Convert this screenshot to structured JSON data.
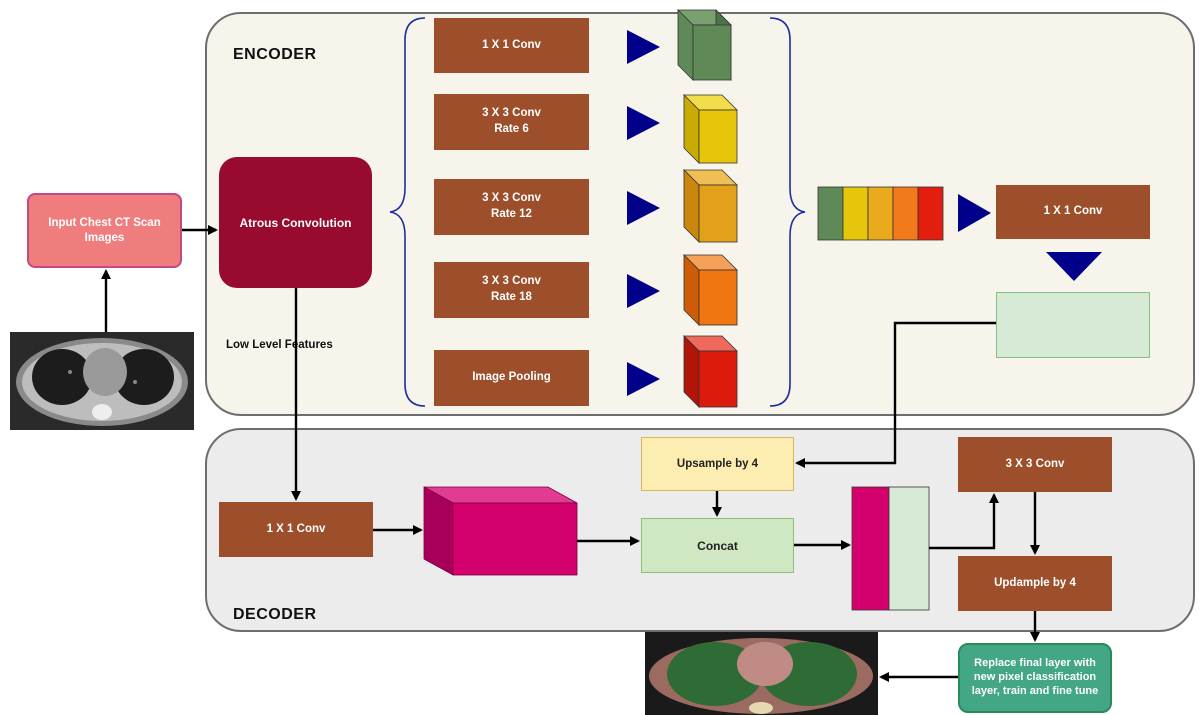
{
  "encoder": {
    "title": "ENCODER",
    "atrous_label": "Atrous Convolution",
    "branches": [
      {
        "label": "1 X 1 Conv",
        "color": "#5f8a57"
      },
      {
        "label": "3 X 3 Conv\nRate 6",
        "color": "#e5c60a"
      },
      {
        "label": "3 X 3 Conv\nRate 12",
        "color": "#e3a019"
      },
      {
        "label": "3 X 3 Conv\nRate 18",
        "color": "#f07611"
      },
      {
        "label": "Image Pooling",
        "color": "#dd1b0c"
      }
    ],
    "stack_colors": [
      "#5f8a57",
      "#e5c60a",
      "#eaaa1e",
      "#f27a1c",
      "#e41e0f"
    ],
    "post_conv": "1 X 1 Conv",
    "low_level_label": "Low Level Features"
  },
  "input": {
    "label": "Input Chest CT Scan Images"
  },
  "decoder": {
    "title": "DECODER",
    "conv1": "1 X 1 Conv",
    "upsample": "Upsample by 4",
    "concat": "Concat",
    "conv3": "3 X 3 Conv",
    "upsample2": "Updample by 4"
  },
  "output": {
    "replace_label": "Replace final layer with new pixel classification layer, train and fine tune"
  },
  "colors": {
    "brown": "#9c4f2a",
    "arrow_blue": "#00008b",
    "magenta": "#d4006e",
    "atrous": "#980a2e"
  }
}
